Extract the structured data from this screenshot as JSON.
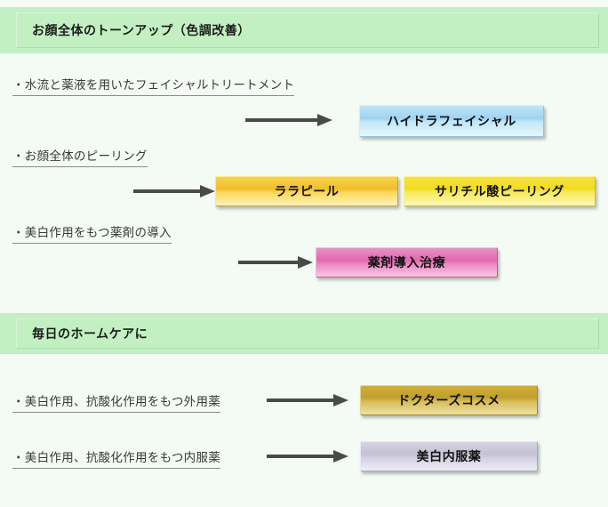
{
  "page": {
    "background_color": "#f4faf4",
    "accent_header_color": "#c2f0c2",
    "arrow_color": "#4a4a4a",
    "text_color": "#3a3a35"
  },
  "sections": [
    {
      "header": "お顔全体のトーンアップ（色調改善）",
      "rows": [
        {
          "label": "・水流と薬液を用いたフェイシャルトリートメント",
          "boxes": [
            {
              "text": "ハイドラフェイシャル",
              "color": "#9ed3f2",
              "style": "blue"
            }
          ]
        },
        {
          "label": "・お顔全体のピーリング",
          "boxes": [
            {
              "text": "ララピール",
              "color": "#f2bc2e",
              "style": "gold"
            },
            {
              "text": "サリチル酸ピーリング",
              "color": "#f1dc20",
              "style": "lemon"
            }
          ]
        },
        {
          "label": "・美白作用をもつ薬剤の導入",
          "boxes": [
            {
              "text": "薬剤導入治療",
              "color": "#e069b0",
              "style": "pink"
            }
          ]
        }
      ]
    },
    {
      "header": "毎日のホームケアに",
      "rows": [
        {
          "label": "・美白作用、抗酸化作用をもつ外用薬",
          "boxes": [
            {
              "text": "ドクターズコスメ",
              "color": "#c09f2d",
              "style": "bronze"
            }
          ]
        },
        {
          "label": "・美白作用、抗酸化作用をもつ内服薬",
          "boxes": [
            {
              "text": "美白内服薬",
              "color": "#c3c1d4",
              "style": "lavender"
            }
          ]
        }
      ]
    }
  ]
}
